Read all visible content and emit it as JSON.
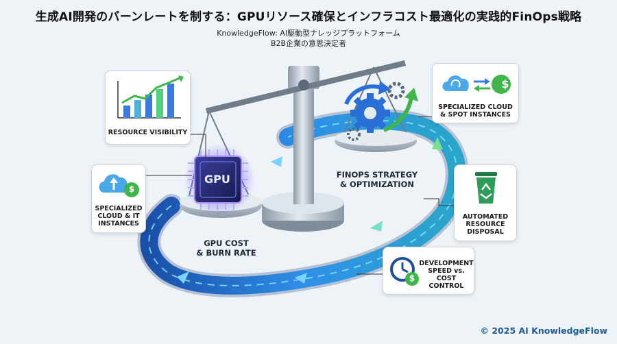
{
  "title": "生成AI開発のバーンレートを制する：GPUリソース確保とインフラコスト最適化の実践的FinOps戦略",
  "subtitle_line1": "KnowledgeFlow: AI駆動型ナレッジプラットフォーム",
  "subtitle_line2": "B2B企業の意思決定者",
  "callouts": {
    "resource_visibility": "RESOURCE VISIBILITY",
    "spot_instances": "SPECIALIZED CLOUD\n& SPOT INSTANCES",
    "it_instances": "SPECIALIZED\nCLOUD & IT\nINSTANCES",
    "resource_disposal": "AUTOMATED\nRESOURCE\nDISPOSAL",
    "dev_speed": "DEVELOPMENT\nSPEED vs.\nCOST CONTROL"
  },
  "center": {
    "finops": "FINOPS STRATEGY\n& OPTIMIZATION",
    "gpu_cost": "GPU COST\n& BURN RATE",
    "chip": "GPU"
  },
  "icons": {
    "dollar": "$"
  },
  "copyright": "© 2025 AI KnowledgeFlow",
  "colors": {
    "accent_blue": "#2a6fd6",
    "accent_green": "#3fb54a",
    "loop_blue": "#1d5fc0",
    "gpu_purple": "#7a4dff"
  }
}
